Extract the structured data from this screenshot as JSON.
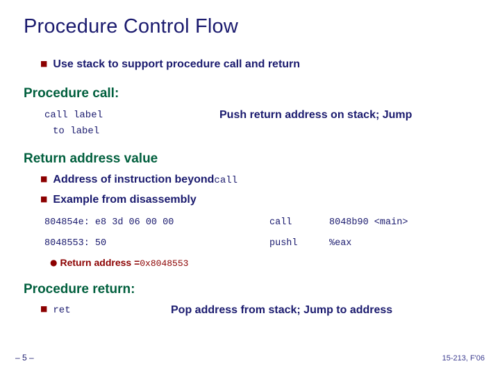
{
  "slide": {
    "title": "Procedure Control Flow",
    "bullet_glyph": "■",
    "dot_glyph": "●",
    "intro_bullet": "Use stack to support procedure call and return",
    "sections": {
      "procedure_call": {
        "heading": "Procedure call:",
        "code_line1": "call label",
        "code_line2": "to label",
        "note": "Push return address on stack; Jump"
      },
      "return_address": {
        "heading": "Return address value",
        "item1_prefix": "Address of instruction beyond ",
        "item1_code": "call",
        "item2": "Example from disassembly",
        "disasm": [
          {
            "addr": "804854e: e8 3d 06 00 00",
            "mnemonic": "call",
            "operand": "8048b90 <main>"
          },
          {
            "addr": "8048553: 50",
            "mnemonic": "pushl",
            "operand": "%eax"
          }
        ],
        "ret_label": "Return address = ",
        "ret_value": "0x8048553"
      },
      "procedure_return": {
        "heading": "Procedure return:",
        "code": "ret",
        "note": "Pop address from stack; Jump to address"
      }
    },
    "footer": {
      "left": "– 5 –",
      "right": "15-213, F'06"
    },
    "colors": {
      "title": "#1a1a6e",
      "section": "#005f3d",
      "bullet": "#8b0000",
      "body": "#1a1a6e"
    }
  }
}
